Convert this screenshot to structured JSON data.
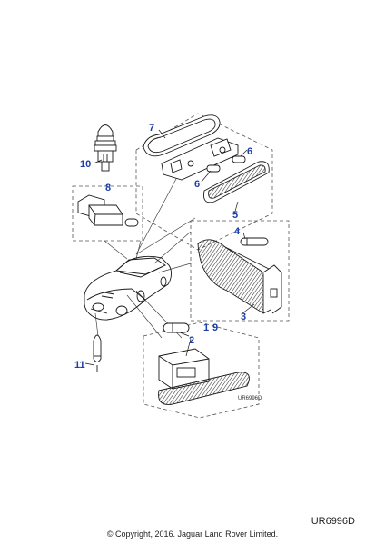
{
  "callouts": {
    "c1": "1",
    "c2": "2",
    "c3": "3",
    "c4": "4",
    "c5": "5",
    "c6a": "6",
    "c6b": "6",
    "c7": "7",
    "c8": "8",
    "c9": "9",
    "c10": "10",
    "c11": "11"
  },
  "inset_code": "UR6996D",
  "figure_code": "UR6996D",
  "copyright": "© Copyright, 2016. Jaguar Land Rover Limited.",
  "colors": {
    "callout": "#1c3fa8",
    "line": "#1a1a1a",
    "dash": "#555555"
  }
}
